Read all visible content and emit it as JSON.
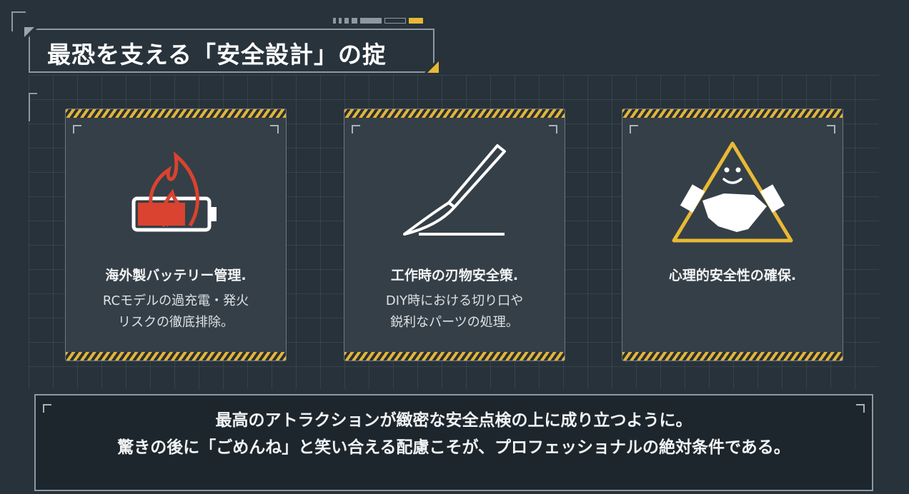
{
  "title": "最恐を支える「安全設計」の掟",
  "cards": [
    {
      "icon": "battery-fire-icon",
      "heading": "海外製バッテリー管理.",
      "lines": [
        "RCモデルの過充電・発火",
        "リスクの徹底排除。"
      ]
    },
    {
      "icon": "scalpel-icon",
      "heading": "工作時の刃物安全策.",
      "lines": [
        "DIY時における切り口や",
        "鋭利なパーツの処理。"
      ]
    },
    {
      "icon": "handshake-triangle-icon",
      "heading": "心理的安全性の確保.",
      "lines": []
    }
  ],
  "message": {
    "line1": "最高のアトラクションが緻密な安全点検の上に成り立つように。",
    "line2": "驚きの後に「ごめんね」と笑い合える配慮こそが、プロフェッショナルの絶対条件である。"
  },
  "colors": {
    "background": "#27323b",
    "accent": "#e9b935",
    "danger": "#d9432f"
  }
}
